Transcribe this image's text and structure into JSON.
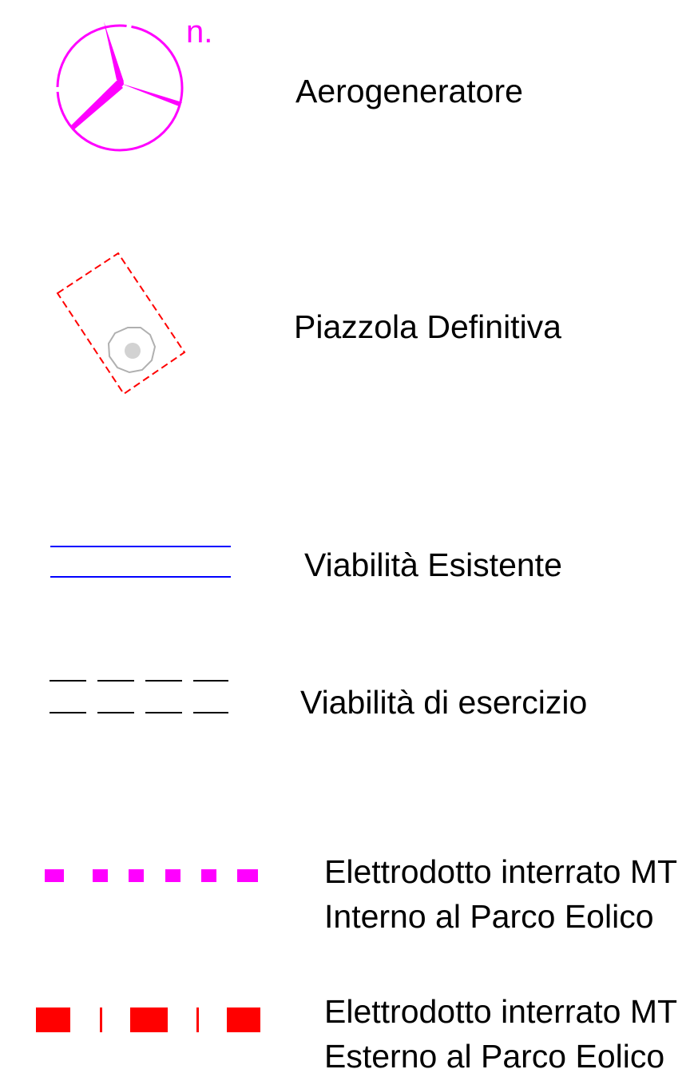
{
  "legend": {
    "items": [
      {
        "label": "Aerogeneratore",
        "symbol": "wind-turbine-icon",
        "badge": "n.",
        "color": "#ff00ff"
      },
      {
        "label": "Piazzola Definitiva",
        "symbol": "pad-rectangle-icon",
        "color": "#ff0000"
      },
      {
        "label": "Viabilità Esistente",
        "symbol": "double-solid-line",
        "color": "#0000ff"
      },
      {
        "label": "Viabilità di esercizio",
        "symbol": "double-dashed-line",
        "color": "#000000"
      },
      {
        "label_line1": "Elettrodotto interrato MT",
        "label_line2": "Interno al Parco Eolico",
        "symbol": "square-dotted-line",
        "color": "#ff00ff"
      },
      {
        "label_line1": "Elettrodotto interrato MT",
        "label_line2": "Esterno al Parco Eolico",
        "symbol": "dash-dot-line",
        "color": "#ff0000"
      }
    ]
  }
}
